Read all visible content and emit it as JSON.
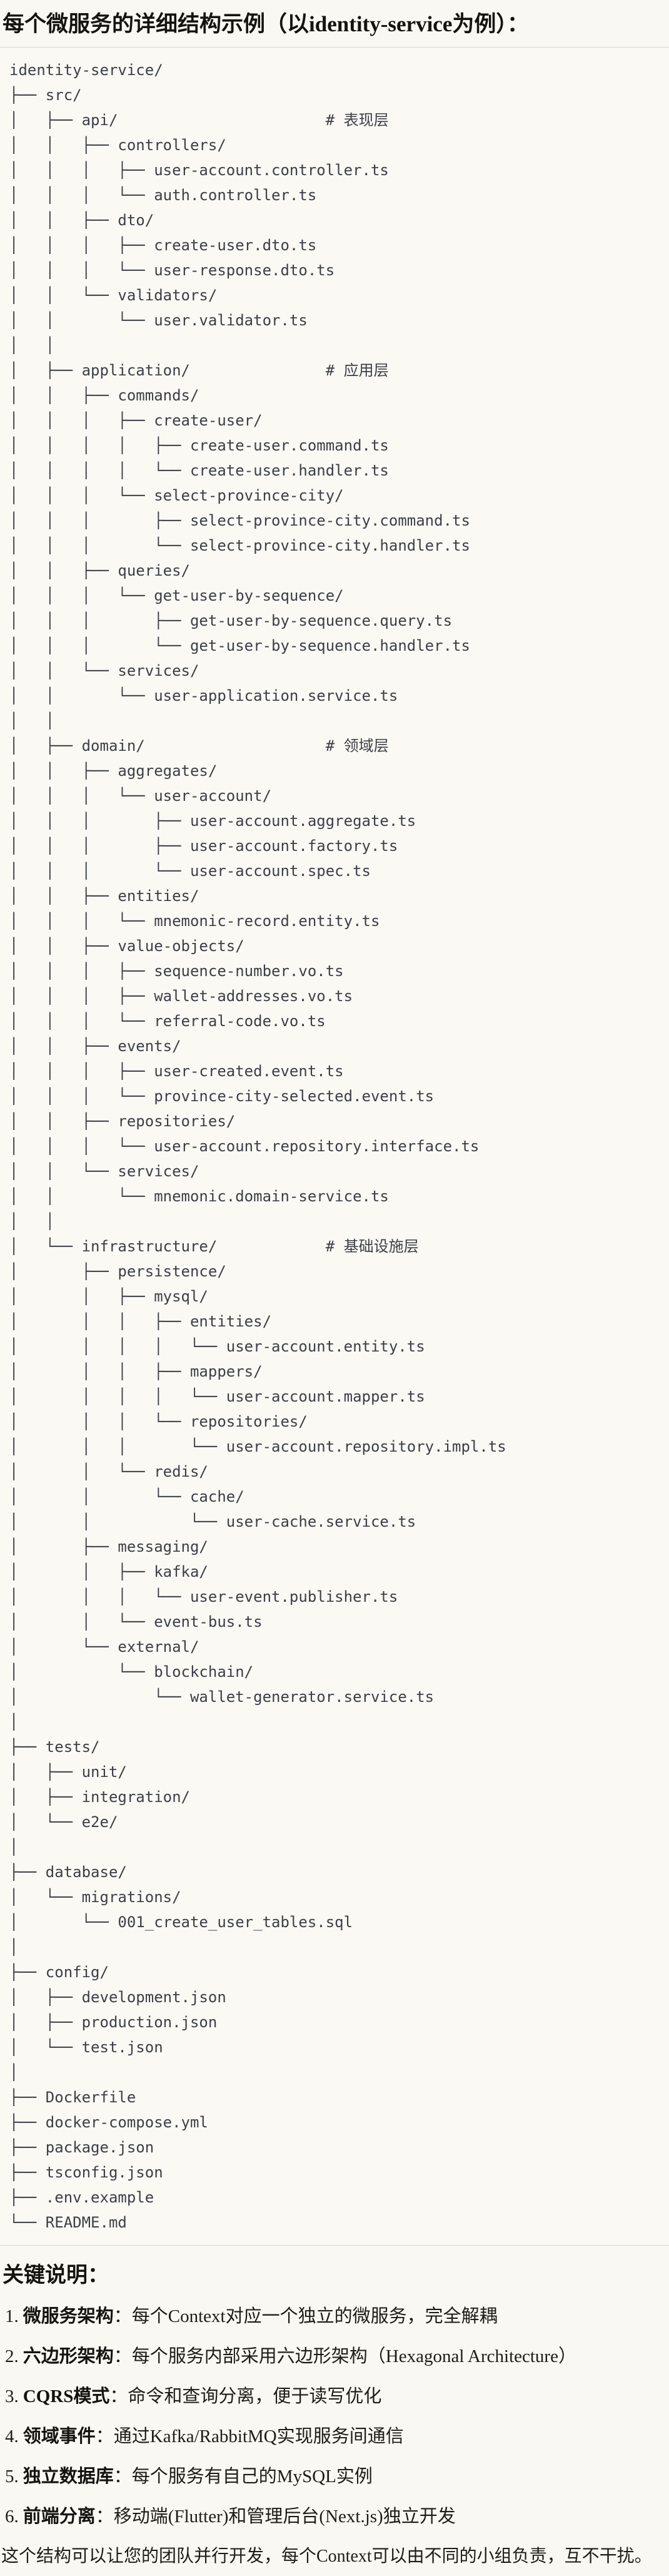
{
  "page": {
    "title": "每个微服务的详细结构示例（以identity-service为例）："
  },
  "code_block": {
    "lines": [
      "identity-service/",
      "├── src/",
      "│   ├── api/                       # 表现层",
      "│   │   ├── controllers/",
      "│   │   │   ├── user-account.controller.ts",
      "│   │   │   └── auth.controller.ts",
      "│   │   ├── dto/",
      "│   │   │   ├── create-user.dto.ts",
      "│   │   │   └── user-response.dto.ts",
      "│   │   └── validators/",
      "│   │       └── user.validator.ts",
      "│   │",
      "│   ├── application/               # 应用层",
      "│   │   ├── commands/",
      "│   │   │   ├── create-user/",
      "│   │   │   │   ├── create-user.command.ts",
      "│   │   │   │   └── create-user.handler.ts",
      "│   │   │   └── select-province-city/",
      "│   │   │       ├── select-province-city.command.ts",
      "│   │   │       └── select-province-city.handler.ts",
      "│   │   ├── queries/",
      "│   │   │   └── get-user-by-sequence/",
      "│   │   │       ├── get-user-by-sequence.query.ts",
      "│   │   │       └── get-user-by-sequence.handler.ts",
      "│   │   └── services/",
      "│   │       └── user-application.service.ts",
      "│   │",
      "│   ├── domain/                    # 领域层",
      "│   │   ├── aggregates/",
      "│   │   │   └── user-account/",
      "│   │   │       ├── user-account.aggregate.ts",
      "│   │   │       ├── user-account.factory.ts",
      "│   │   │       └── user-account.spec.ts",
      "│   │   ├── entities/",
      "│   │   │   └── mnemonic-record.entity.ts",
      "│   │   ├── value-objects/",
      "│   │   │   ├── sequence-number.vo.ts",
      "│   │   │   ├── wallet-addresses.vo.ts",
      "│   │   │   └── referral-code.vo.ts",
      "│   │   ├── events/",
      "│   │   │   ├── user-created.event.ts",
      "│   │   │   └── province-city-selected.event.ts",
      "│   │   ├── repositories/",
      "│   │   │   └── user-account.repository.interface.ts",
      "│   │   └── services/",
      "│   │       └── mnemonic.domain-service.ts",
      "│   │",
      "│   └── infrastructure/            # 基础设施层",
      "│       ├── persistence/",
      "│       │   ├── mysql/",
      "│       │   │   ├── entities/",
      "│       │   │   │   └── user-account.entity.ts",
      "│       │   │   ├── mappers/",
      "│       │   │   │   └── user-account.mapper.ts",
      "│       │   │   └── repositories/",
      "│       │   │       └── user-account.repository.impl.ts",
      "│       │   └── redis/",
      "│       │       └── cache/",
      "│       │           └── user-cache.service.ts",
      "│       ├── messaging/",
      "│       │   ├── kafka/",
      "│       │   │   └── user-event.publisher.ts",
      "│       │   └── event-bus.ts",
      "│       └── external/",
      "│           └── blockchain/",
      "│               └── wallet-generator.service.ts",
      "│",
      "├── tests/",
      "│   ├── unit/",
      "│   ├── integration/",
      "│   └── e2e/",
      "│",
      "├── database/",
      "│   └── migrations/",
      "│       └── 001_create_user_tables.sql",
      "│",
      "├── config/",
      "│   ├── development.json",
      "│   ├── production.json",
      "│   └── test.json",
      "│",
      "├── Dockerfile",
      "├── docker-compose.yml",
      "├── package.json",
      "├── tsconfig.json",
      "├── .env.example",
      "└── README.md"
    ]
  },
  "notes": {
    "heading": "关键说明：",
    "items": [
      {
        "num": "1.",
        "term": "微服务架构",
        "colon": "：",
        "desc": "每个Context对应一个独立的微服务，完全解耦"
      },
      {
        "num": "2.",
        "term": "六边形架构",
        "colon": "：",
        "desc": "每个服务内部采用六边形架构（Hexagonal Architecture）"
      },
      {
        "num": "3.",
        "term": "CQRS模式",
        "colon": "：",
        "desc": "命令和查询分离，便于读写优化"
      },
      {
        "num": "4.",
        "term": "领域事件",
        "colon": "：",
        "desc": "通过Kafka/RabbitMQ实现服务间通信"
      },
      {
        "num": "5.",
        "term": "独立数据库",
        "colon": "：",
        "desc": "每个服务有自己的MySQL实例"
      },
      {
        "num": "6.",
        "term": "前端分离",
        "colon": "：",
        "desc": "移动端(Flutter)和管理后台(Next.js)独立开发"
      }
    ],
    "footer": "这个结构可以让您的团队并行开发，每个Context可以由不同的小组负责，互不干扰。"
  }
}
